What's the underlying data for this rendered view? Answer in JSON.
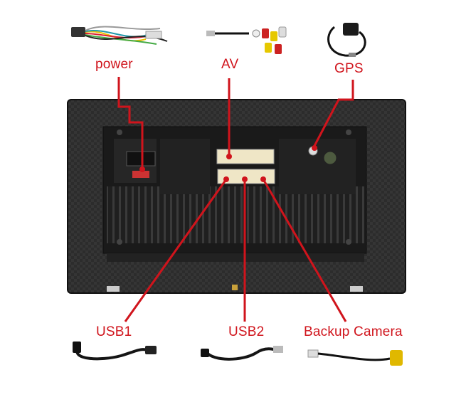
{
  "labels": {
    "power": "power",
    "av": "AV",
    "gps": "GPS",
    "usb1": "USB1",
    "usb2": "USB2",
    "backup_camera": "Backup Camera"
  },
  "colors": {
    "callout": "#d0141c",
    "unit": "#2a2a2a",
    "connector": "#efe6c6"
  }
}
